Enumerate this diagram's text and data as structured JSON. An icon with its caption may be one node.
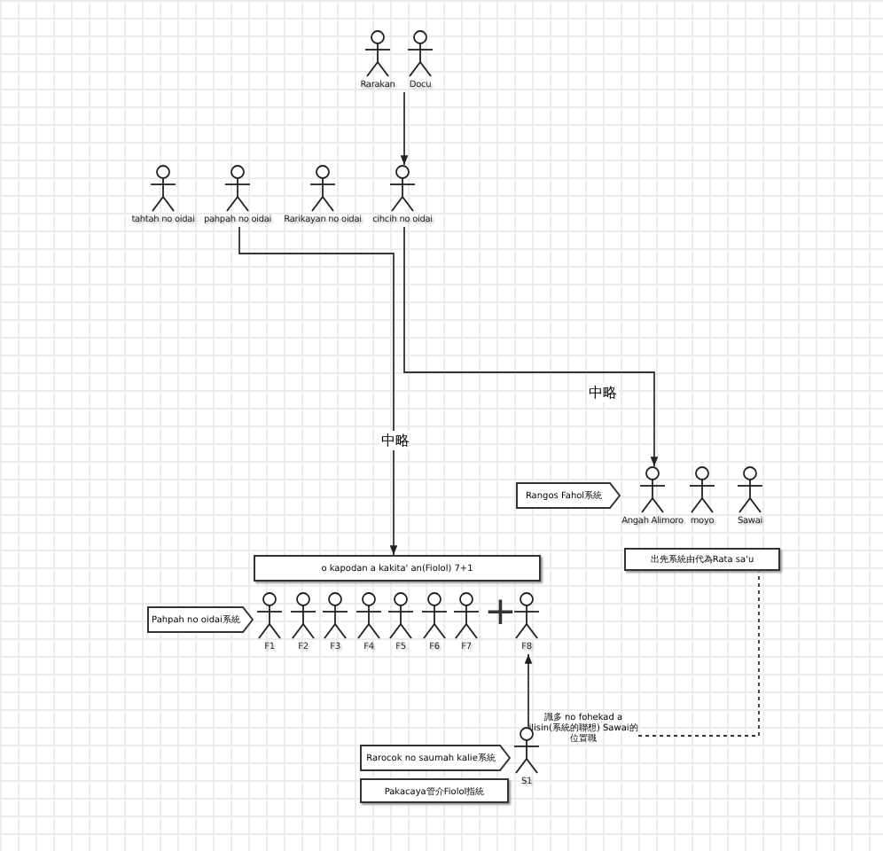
{
  "diagram": {
    "nodes": [
      {
        "text": [
          "Rarakan"
        ]
      },
      {
        "text": [
          "Docu"
        ]
      },
      {
        "text": [
          "tahtah no oidai"
        ]
      },
      {
        "text": [
          "pahpah no oidai"
        ]
      },
      {
        "text": [
          "Rarikayan no oidai"
        ]
      },
      {
        "text": [
          "cihcih no oidai"
        ]
      },
      {
        "text": [
          "Rangos Fahol系統"
        ]
      },
      {
        "text": [
          "Angah Alimoro"
        ]
      },
      {
        "text": [
          "moyo"
        ]
      },
      {
        "text": [
          "Sawai"
        ]
      },
      {
        "text": [
          "出先系統由代為Rata sa'u"
        ]
      },
      {
        "text": [
          "o kapodan a kakita' an(Fiolol) 7+1"
        ]
      },
      {
        "text": [
          "Pahpah no oidai系統"
        ]
      },
      {
        "text": [
          "F1"
        ]
      },
      {
        "text": [
          "F2"
        ]
      },
      {
        "text": [
          "F3"
        ]
      },
      {
        "text": [
          "F4"
        ]
      },
      {
        "text": [
          "F5"
        ]
      },
      {
        "text": [
          "F6"
        ]
      },
      {
        "text": [
          "F7"
        ]
      },
      {
        "text": [
          "F8"
        ]
      },
      {
        "text": [
          "識多 no fohekad a ilisin(系統的聯想) Sawai的位置職"
        ]
      },
      {
        "text": [
          "Rarocok no saumah kalie系統"
        ]
      },
      {
        "text": [
          "S1"
        ]
      },
      {
        "text": [
          "Pakacaya管介Fiolol指統"
        ]
      }
    ],
    "edges": [
      {
        "from": 0,
        "to": 5,
        "arrow": "to"
      },
      {
        "from": 3,
        "to": 11,
        "arrow": "to",
        "label": "中略"
      },
      {
        "from": 5,
        "to": 7,
        "arrow": "to",
        "label": "中略"
      },
      {
        "from": 23,
        "to": 20,
        "arrow": "to"
      },
      {
        "from": 21,
        "to": 10,
        "arrow": "none",
        "style": "dashed"
      }
    ],
    "labels": [
      "+"
    ]
  }
}
